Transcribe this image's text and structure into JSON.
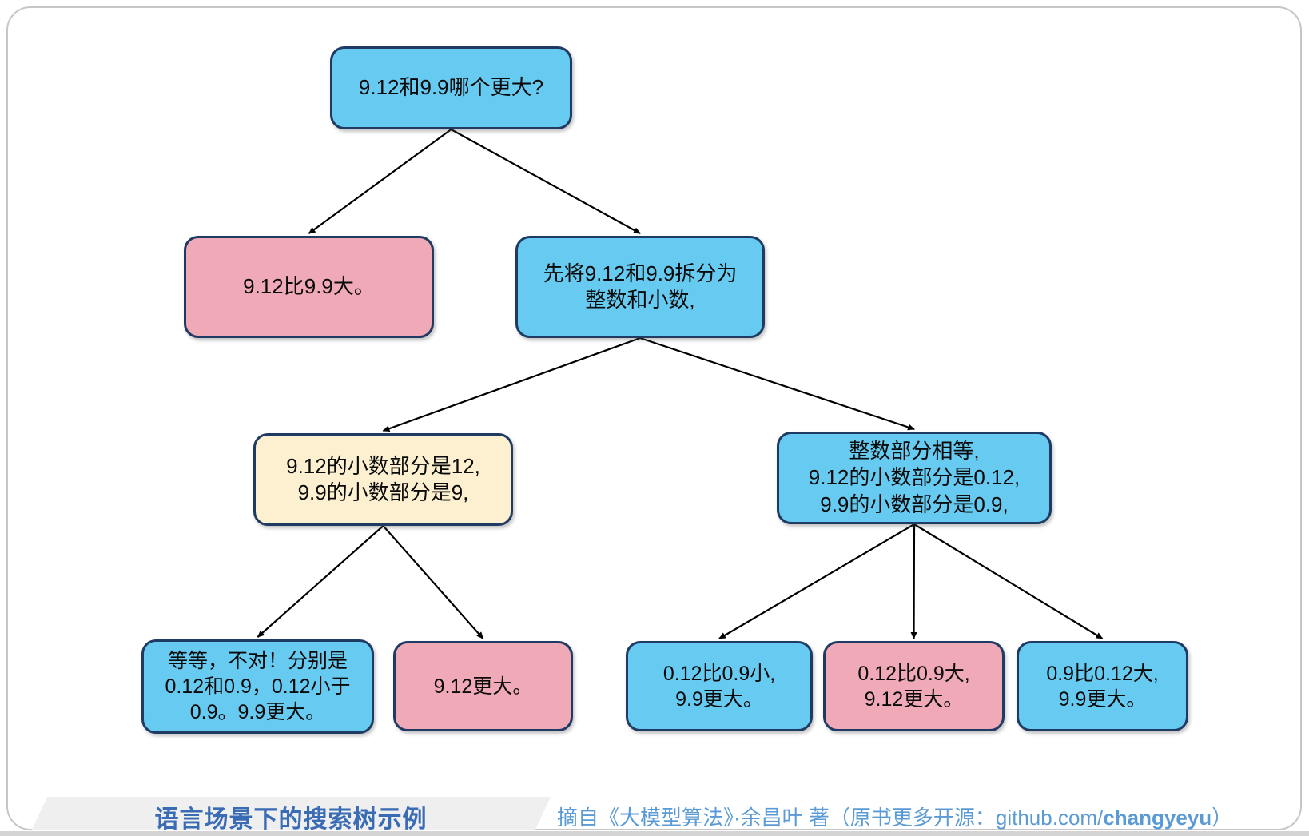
{
  "diagram": {
    "kind": "search-tree",
    "colors": {
      "node_blue": "#67cbf1",
      "node_pink": "#f0a9b6",
      "node_cream": "#fcf0d0",
      "node_border": "#1f3a63",
      "arrow": "#000000",
      "footer_band": "#efeff0",
      "footer_title": "#3a6bb5",
      "footer_source": "#5b9bd5"
    }
  },
  "tree": {
    "nodes": [
      {
        "id": "root",
        "color": "blue",
        "text": "9.12和9.9哪个更大?"
      },
      {
        "id": "ans-direct",
        "color": "pink",
        "text": "9.12比9.9大。"
      },
      {
        "id": "split",
        "color": "blue",
        "text": "先将9.12和9.9拆分为\n整数和小数,"
      },
      {
        "id": "frac-naive",
        "color": "cream",
        "text": "9.12的小数部分是12,\n9.9的小数部分是9,"
      },
      {
        "id": "frac-right",
        "color": "blue",
        "text": "整数部分相等,\n9.12的小数部分是0.12,\n9.9的小数部分是0.9,"
      },
      {
        "id": "wait-fix",
        "color": "blue",
        "text": "等等，不对！分别是\n0.12和0.9，0.12小于\n0.9。9.9更大。"
      },
      {
        "id": "ans-912",
        "color": "pink",
        "text": "9.12更大。"
      },
      {
        "id": "cmp-small",
        "color": "blue",
        "text": "0.12比0.9小,\n9.9更大。"
      },
      {
        "id": "cmp-wrong",
        "color": "pink",
        "text": "0.12比0.9大,\n9.12更大。"
      },
      {
        "id": "cmp-right",
        "color": "blue",
        "text": "0.9比0.12大,\n9.9更大。"
      }
    ],
    "edges": [
      {
        "from": "root",
        "to": "ans-direct"
      },
      {
        "from": "root",
        "to": "split"
      },
      {
        "from": "split",
        "to": "frac-naive"
      },
      {
        "from": "split",
        "to": "frac-right"
      },
      {
        "from": "frac-naive",
        "to": "wait-fix"
      },
      {
        "from": "frac-naive",
        "to": "ans-912"
      },
      {
        "from": "frac-right",
        "to": "cmp-small"
      },
      {
        "from": "frac-right",
        "to": "cmp-wrong"
      },
      {
        "from": "frac-right",
        "to": "cmp-right"
      }
    ]
  },
  "footer": {
    "title": "语言场景下的搜索树示例",
    "source_prefix": "摘自《大模型算法》·余昌叶 著（原书更多开源：github.com/",
    "source_handle": "changyeyu",
    "source_suffix": "）"
  }
}
